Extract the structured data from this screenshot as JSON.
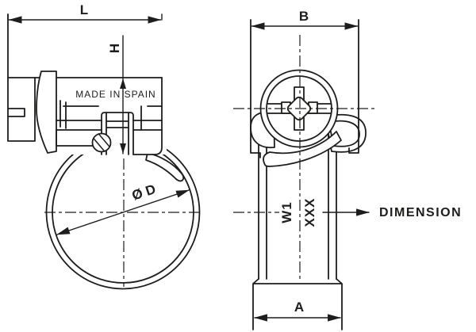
{
  "colors": {
    "background": "#ffffff",
    "line": "#1d1d1b"
  },
  "labels": {
    "length": "L",
    "height": "H",
    "marking": "MADE IN SPAIN",
    "diameter": "Ø D",
    "width": "B",
    "band_width": "W1",
    "size_code": "XXX",
    "callout": "DIMENSION",
    "foot_width": "A"
  }
}
